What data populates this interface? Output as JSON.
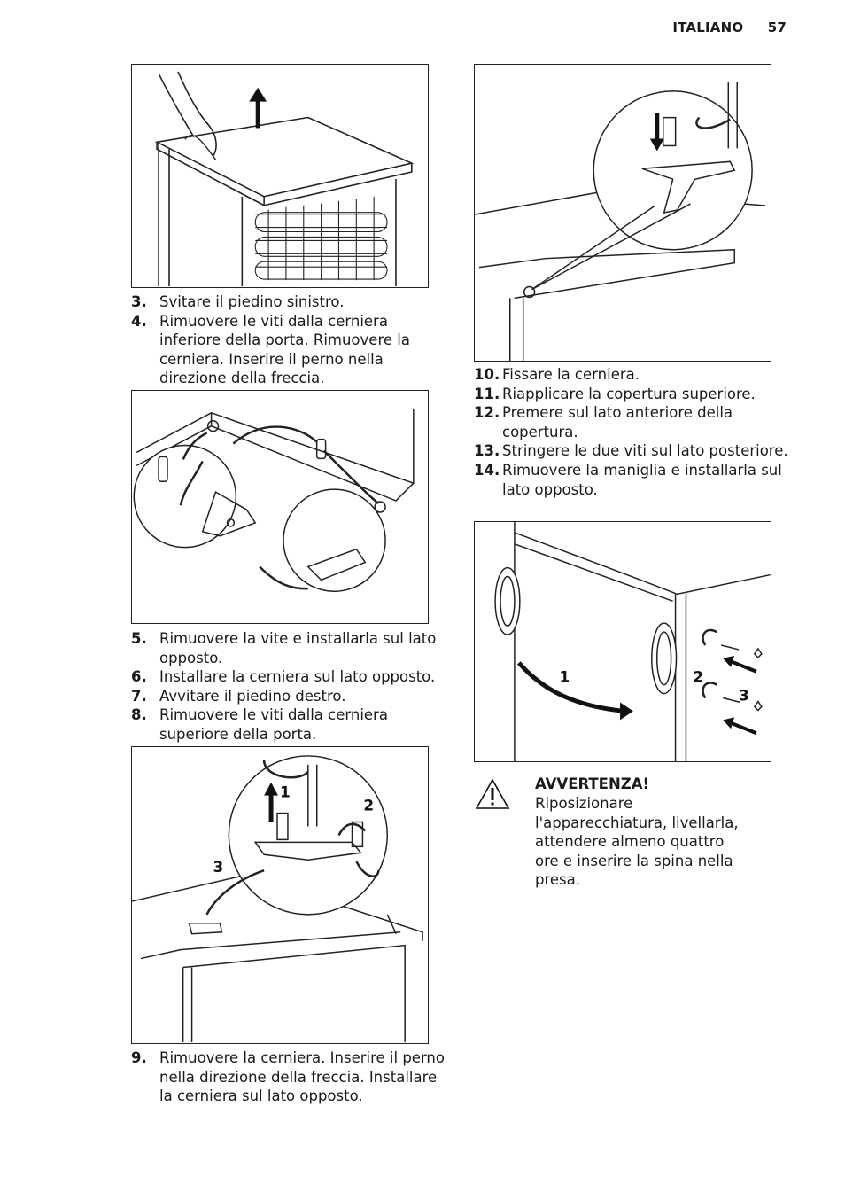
{
  "header": {
    "language": "ITALIANO",
    "page_number": "57"
  },
  "figures": {
    "fig2": {
      "labels": {
        "one": "1",
        "two": "2",
        "three": "3"
      }
    },
    "fig4": {
      "labels": {
        "one": "1",
        "two": "2",
        "three": "3"
      }
    }
  },
  "steps_a": [
    {
      "num": "3.",
      "text": "Svitare il piedino sinistro."
    },
    {
      "num": "4.",
      "text": "Rimuovere le viti dalla cerniera inferiore della porta. Rimuovere la cerniera. Inserire il perno nella direzione della freccia."
    }
  ],
  "steps_b": [
    {
      "num": "5.",
      "text": "Rimuovere la vite e installarla sul lato opposto."
    },
    {
      "num": "6.",
      "text": "Installare la cerniera sul lato opposto."
    },
    {
      "num": "7.",
      "text": "Avvitare il piedino destro."
    },
    {
      "num": "8.",
      "text": "Rimuovere le viti dalla cerniera superiore della porta."
    }
  ],
  "steps_c": [
    {
      "num": "9.",
      "text": "Rimuovere la cerniera. Inserire il perno nella direzione della freccia. Installare la cerniera sul lato opposto."
    }
  ],
  "steps_d": [
    {
      "num": "10.",
      "text": "Fissare la cerniera."
    },
    {
      "num": "11.",
      "text": "Riapplicare la copertura superiore."
    },
    {
      "num": "12.",
      "text": "Premere sul lato anteriore della copertura."
    },
    {
      "num": "13.",
      "text": "Stringere le due viti sul lato posteriore."
    },
    {
      "num": "14.",
      "text": "Rimuovere la maniglia e installarla sul lato opposto."
    }
  ],
  "warning": {
    "title": "AVVERTENZA!",
    "text": "Riposizionare l'apparecchiatura, livellarla, attendere almeno quattro ore e inserire la spina nella presa."
  }
}
